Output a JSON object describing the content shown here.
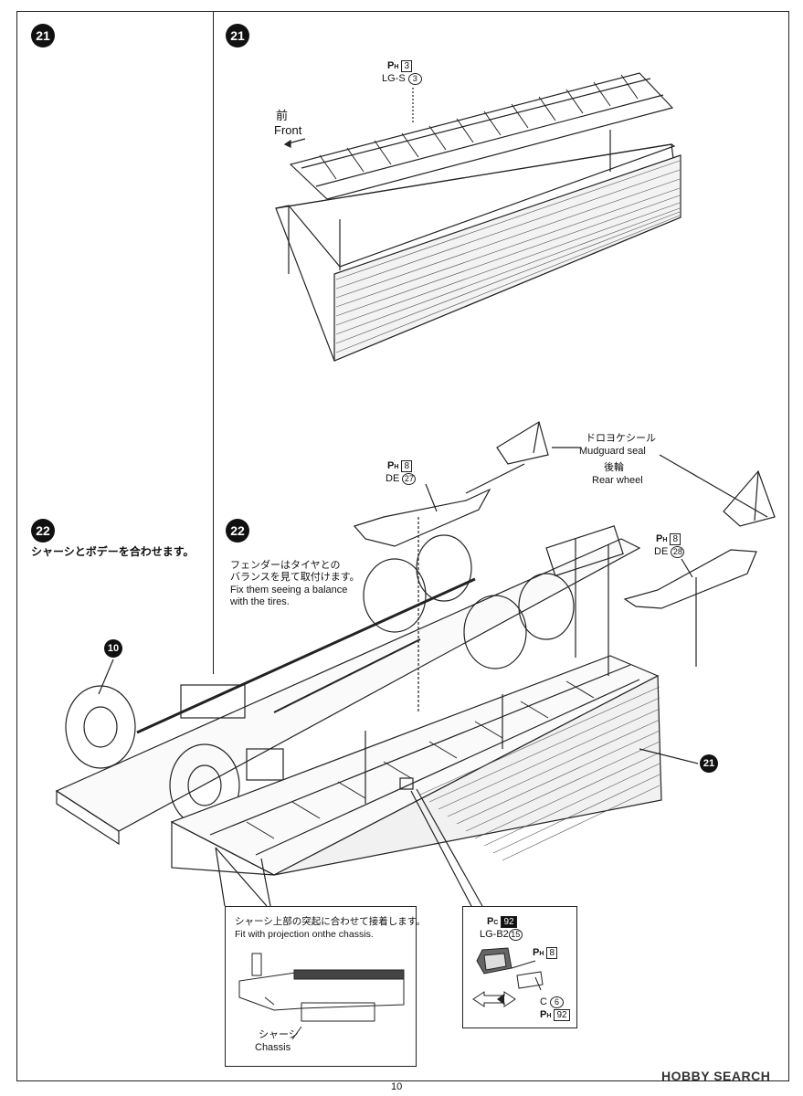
{
  "steps": {
    "left_top": "21",
    "right_top": "21",
    "left_mid": "22",
    "right_mid": "22",
    "callout_chassis": "10",
    "callout_body": "21"
  },
  "step21": {
    "front_jp": "前",
    "front_en": "Front",
    "part_ph": "3",
    "part_lg": "LG-S",
    "part_lg_num": "3"
  },
  "step22": {
    "instruction_jp": "シャーシとボデーを合わせます。",
    "fender_note": {
      "jp_line1": "フェンダーはタイヤとの",
      "jp_line2": "バランスを見て取付けます。",
      "en_line1": "Fix them seeing a balance",
      "en_line2": "with the tires."
    },
    "seal": {
      "jp": "ドロヨケシール",
      "en": "Mudguard seal",
      "wheel_jp": "後輪",
      "wheel_en": "Rear wheel"
    },
    "fender_left": {
      "ph": "8",
      "de": "DE",
      "num": "27"
    },
    "fender_right": {
      "ph": "8",
      "de": "DE",
      "num": "28"
    },
    "detail_chassis": {
      "jp": "シャーシ上部の突起に合わせて接着します。",
      "en": "Fit with projection onthe chassis.",
      "label_jp": "シャーシ",
      "label_en": "Chassis"
    },
    "detail_lamp": {
      "pc": "92",
      "lg": "LG-B2",
      "lg_num": "15",
      "ph1": "8",
      "c": "C",
      "c_num": "6",
      "ph2": "92"
    }
  },
  "footer": {
    "page_number": "10",
    "watermark": "HOBBY SEARCH"
  },
  "symbols": {
    "p_letter": "P",
    "h_letter": "H",
    "c_letter": "C"
  }
}
